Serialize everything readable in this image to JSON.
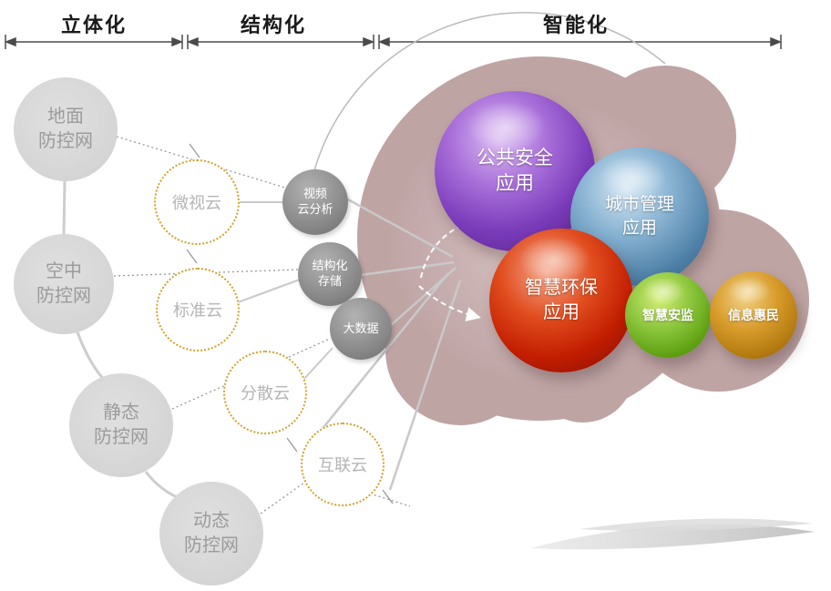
{
  "phases": [
    {
      "label": "立体化"
    },
    {
      "label": "结构化"
    },
    {
      "label": "智能化"
    }
  ],
  "defense_nodes": [
    {
      "line1": "地面",
      "line2": "防控网"
    },
    {
      "line1": "空中",
      "line2": "防控网"
    },
    {
      "line1": "静态",
      "line2": "防控网"
    },
    {
      "line1": "动态",
      "line2": "防控网"
    }
  ],
  "cloud_nodes": [
    {
      "label": "微视云"
    },
    {
      "label": "标准云"
    },
    {
      "label": "分散云"
    },
    {
      "label": "互联云"
    }
  ],
  "process_nodes": [
    {
      "line1": "视频",
      "line2": "云分析"
    },
    {
      "line1": "结构化",
      "line2": "存储"
    },
    {
      "line1": "大数据",
      "line2": ""
    }
  ],
  "app_spheres": [
    {
      "line1": "公共安全",
      "line2": "应用",
      "color": "#8a4fc0"
    },
    {
      "line1": "城市管理",
      "line2": "应用",
      "color": "#5b8db8"
    },
    {
      "line1": "智慧环保",
      "line2": "应用",
      "color": "#c42100"
    },
    {
      "line1": "智慧安监",
      "line2": "",
      "color": "#6fae12"
    },
    {
      "line1": "信息惠民",
      "line2": "",
      "color": "#c8881a"
    }
  ],
  "colors": {
    "cloud_fill": "#bfa4a4",
    "dotted_circle_border": "#cfa22b",
    "defense_fill": "#d9d9d9",
    "process_fill": "#8d8d8d"
  }
}
